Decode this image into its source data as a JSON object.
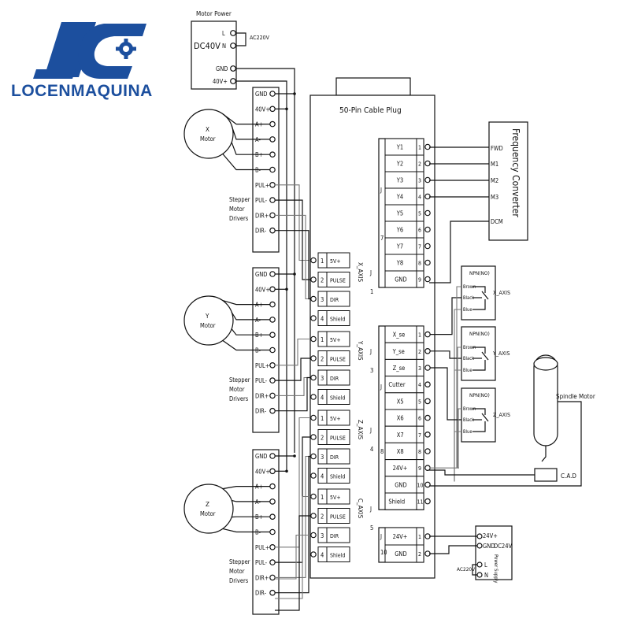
{
  "logo": {
    "text": "LOCENMAQUINA",
    "brand_color": "#1c4f9e",
    "icon": "gear-icon"
  },
  "motor_power": {
    "title": "Motor Power",
    "label": "DC40V",
    "terminals": [
      "L",
      "N",
      "GND",
      "40V+"
    ],
    "ac_label": "AC220V"
  },
  "cable_plug": {
    "title": "50-Pin Cable Plug"
  },
  "motors": [
    {
      "label": "X",
      "sub": "Motor"
    },
    {
      "label": "Y",
      "sub": "Motor"
    },
    {
      "label": "Z",
      "sub": "Motor"
    }
  ],
  "driver_terminals": [
    "GND",
    "40V+",
    "A+",
    "A-",
    "B+",
    "B-",
    "PUL+",
    "PUL-",
    "DIR+",
    "DIR-"
  ],
  "driver_caption": [
    "Stepper",
    "Motor",
    "Drivers"
  ],
  "axis_connectors": [
    {
      "name": "X_AXIS",
      "jnum": "1"
    },
    {
      "name": "Y_AXIS",
      "jnum": "3"
    },
    {
      "name": "Z_AXIS",
      "jnum": "4"
    },
    {
      "name": "C_AXIS",
      "jnum": "5"
    }
  ],
  "axis_jlabel": "J",
  "axis_pins": [
    "1",
    "2",
    "3",
    "4"
  ],
  "axis_signals": [
    "5V+",
    "PULSE",
    "DIR",
    "Shield"
  ],
  "j7": {
    "letters": [
      "J",
      "7"
    ],
    "labels": [
      "Y1",
      "Y2",
      "Y3",
      "Y4",
      "Y5",
      "Y6",
      "Y7",
      "Y8",
      "GND"
    ],
    "pins": [
      "1",
      "2",
      "3",
      "4",
      "5",
      "6",
      "7",
      "8",
      "9"
    ]
  },
  "j8": {
    "letters": [
      "J",
      "8"
    ],
    "labels": [
      "X_se",
      "Y_se",
      "Z_se",
      "Cutter",
      "X5",
      "X6",
      "X7",
      "X8",
      "24V+",
      "GND",
      "Shield"
    ],
    "pins": [
      "1",
      "2",
      "3",
      "4",
      "5",
      "6",
      "7",
      "8",
      "9",
      "10",
      "11"
    ]
  },
  "j10": {
    "letters": [
      "J",
      "10"
    ],
    "labels": [
      "24V+",
      "GND"
    ],
    "pins": [
      "1",
      "2"
    ]
  },
  "frequency_converter": {
    "title": "Frequency Converter",
    "terminals": [
      "FWD",
      "M1",
      "M2",
      "M3",
      "DCM"
    ]
  },
  "sensors": [
    {
      "title": "NPN(NO)",
      "wires": [
        "Brown",
        "Black",
        "Blue"
      ],
      "axis": "X_AXIS"
    },
    {
      "title": "NPN(NO)",
      "wires": [
        "Brown",
        "Black",
        "Blue"
      ],
      "axis": "Y_AXIS"
    },
    {
      "title": "NPN(NO)",
      "wires": [
        "Brown",
        "Black",
        "Blue"
      ],
      "axis": "Z_AXIS"
    }
  ],
  "spindle": {
    "label": "Spindle Motor",
    "cad": "C.A.D"
  },
  "power_supply": {
    "terminals": [
      "24V+",
      "GND",
      "L",
      "N"
    ],
    "label": "DC24V",
    "sub": "Power Supply",
    "ac_label": "AC220V"
  }
}
